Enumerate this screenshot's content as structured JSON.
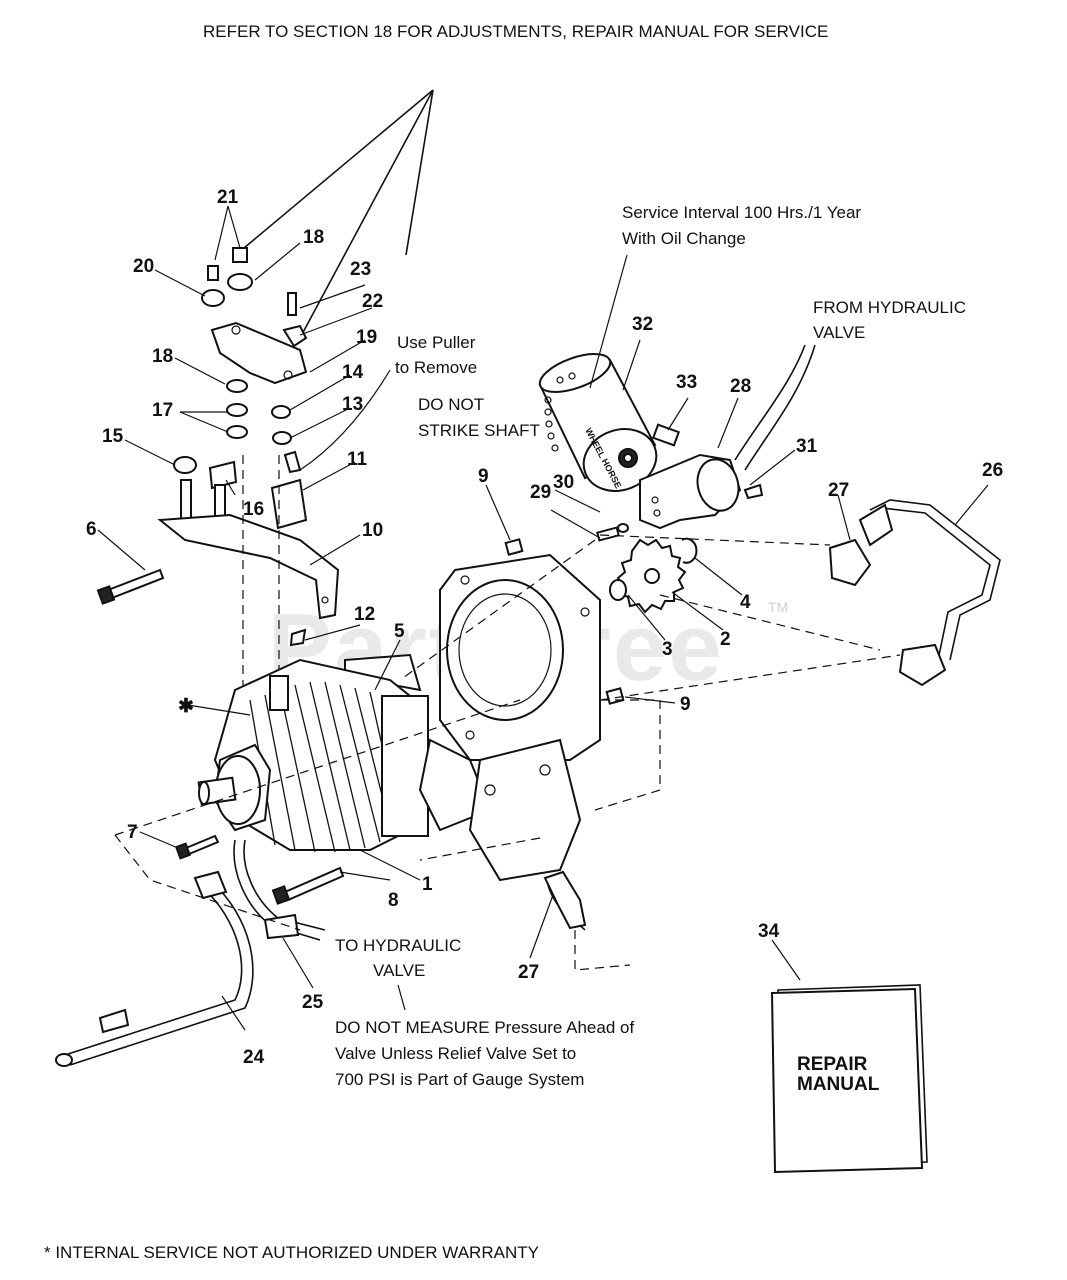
{
  "header": {
    "line": "REFER TO SECTION 18 FOR ADJUSTMENTS, REPAIR MANUAL FOR SERVICE"
  },
  "notes": {
    "service_interval_1": "Service Interval 100 Hrs./1 Year",
    "service_interval_2": "With Oil Change",
    "from_hydraulic_1": "FROM HYDRAULIC",
    "from_hydraulic_2": "VALVE",
    "use_puller_1": "Use Puller",
    "use_puller_2": "to Remove",
    "do_not_strike_1": "DO NOT",
    "do_not_strike_2": "STRIKE SHAFT",
    "to_hydraulic_1": "TO HYDRAULIC",
    "to_hydraulic_2": "VALVE",
    "measure_1": "DO NOT MEASURE Pressure Ahead of",
    "measure_2": "Valve Unless Relief Valve Set to",
    "measure_3": "700 PSI is Part of Gauge System"
  },
  "callouts": {
    "c1": "1",
    "c2": "2",
    "c3": "3",
    "c4": "4",
    "c5": "5",
    "c6": "6",
    "c7": "7",
    "c8": "8",
    "c9a": "9",
    "c9b": "9",
    "c10": "10",
    "c11": "11",
    "c12": "12",
    "c13": "13",
    "c14": "14",
    "c15": "15",
    "c16": "16",
    "c17": "17",
    "c18a": "18",
    "c18b": "18",
    "c19": "19",
    "c20": "20",
    "c21": "21",
    "c22": "22",
    "c23": "23",
    "c24": "24",
    "c25": "25",
    "c26": "26",
    "c27a": "27",
    "c27b": "27",
    "c28": "28",
    "c29": "29",
    "c30": "30",
    "c31": "31",
    "c32": "32",
    "c33": "33",
    "c34": "34",
    "star": "✱"
  },
  "filter_label": "WHEEL HORSE",
  "manual": {
    "line1": "REPAIR",
    "line2": "MANUAL"
  },
  "watermark": {
    "text": "PartsTree",
    "tm": "TM"
  },
  "footer": {
    "line": "* INTERNAL SERVICE NOT AUTHORIZED UNDER WARRANTY"
  }
}
